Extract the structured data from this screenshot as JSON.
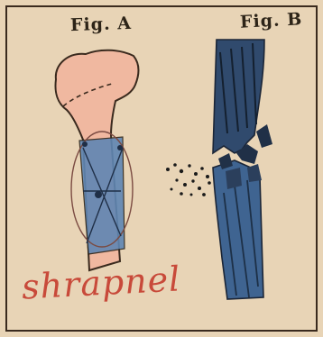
{
  "figures": {
    "a": {
      "label": "Fig. A",
      "caption": "shrapnel"
    },
    "b": {
      "label": "Fig. B"
    }
  },
  "colors": {
    "paper": "#e8d4b6",
    "ink": "#2d2418",
    "bone_pink": "#f0b8a0",
    "blue_wash": "#5f86b3",
    "dark_blue": "#1f2f47",
    "red_ink": "#c84a3a"
  }
}
